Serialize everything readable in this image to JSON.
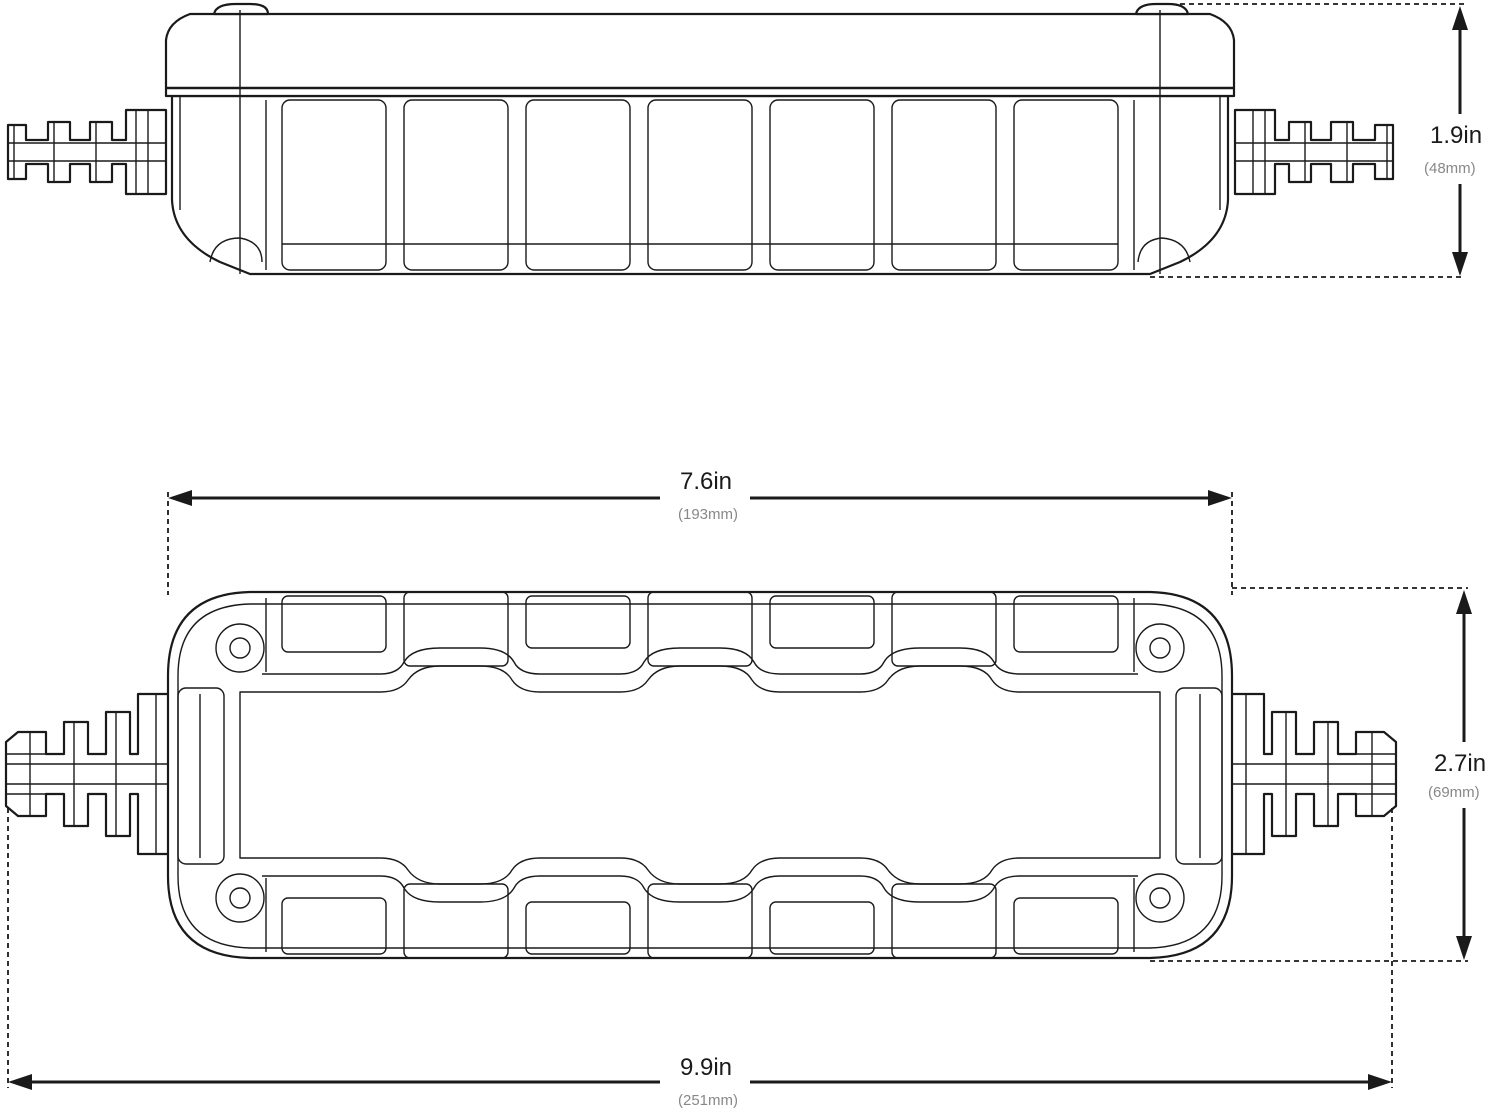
{
  "dimensions": {
    "height": {
      "value": "1.9in",
      "metric": "(48mm)"
    },
    "length": {
      "value": "7.6in",
      "metric": "(193mm)"
    },
    "width": {
      "value": "2.7in",
      "metric": "(69mm)"
    },
    "overall_length": {
      "value": "9.9in",
      "metric": "(251mm)"
    }
  },
  "colors": {
    "line": "#1a1a1a",
    "secondary_text": "#888888",
    "background": "#ffffff"
  }
}
